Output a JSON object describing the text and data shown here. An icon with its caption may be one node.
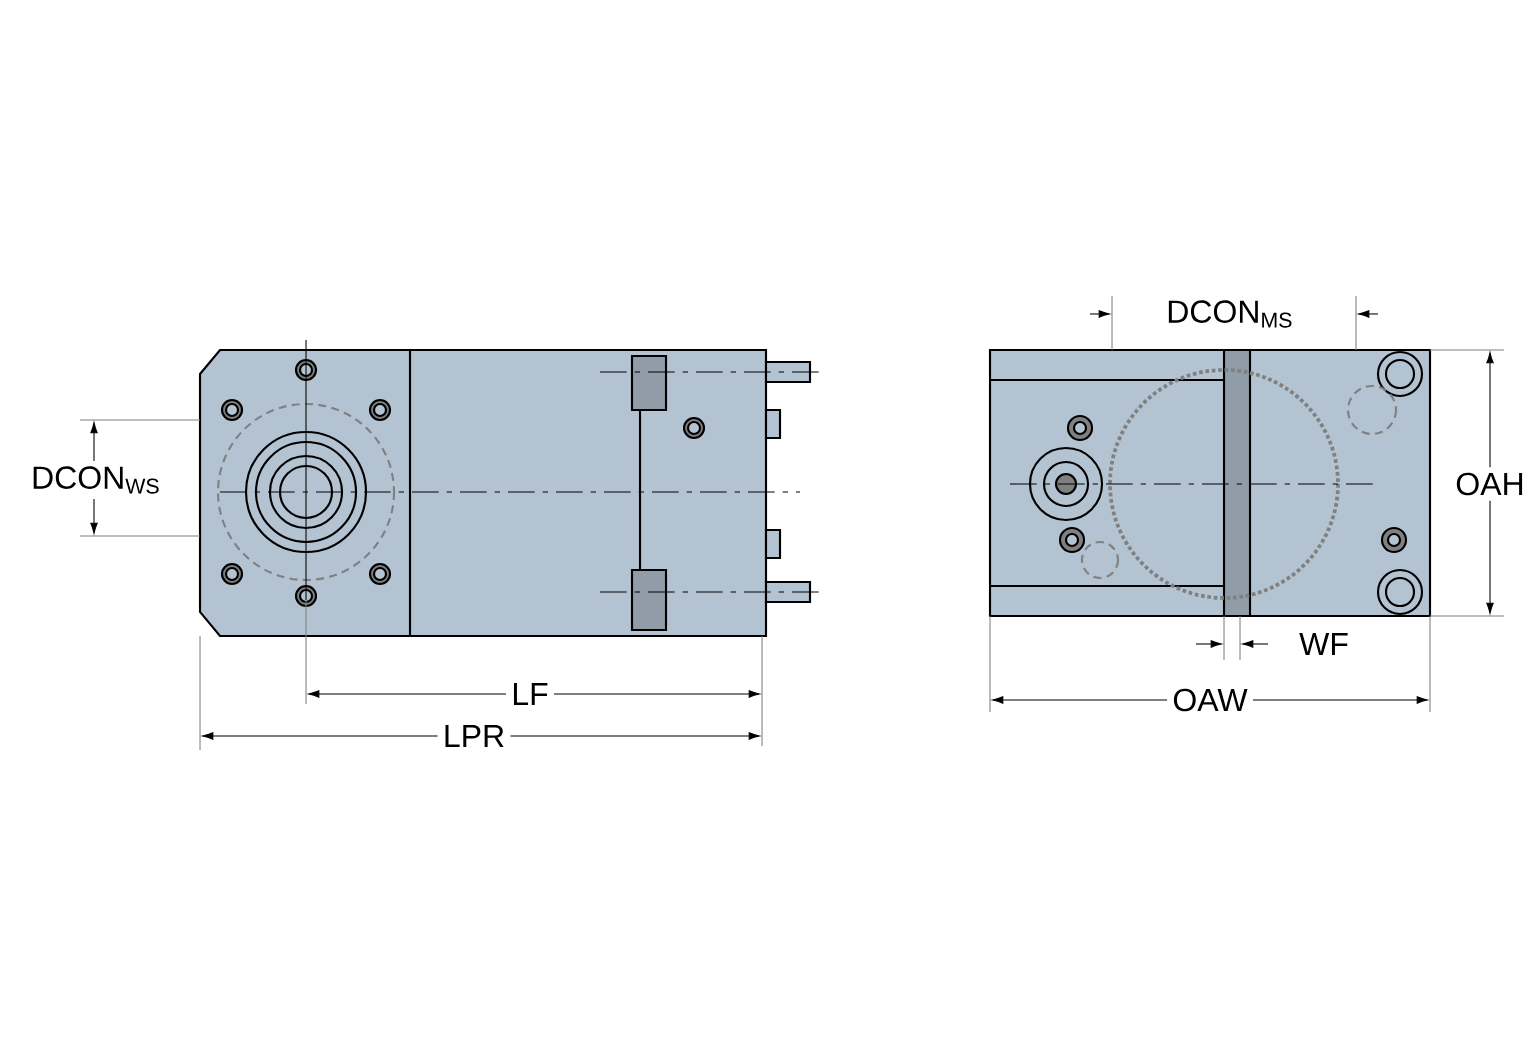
{
  "diagram": {
    "labels": [
      "DCON$_{WS}$",
      "LF",
      "LPR",
      "DCON$_{MS}$",
      "OAH",
      "WF",
      "OAW"
    ]
  }
}
